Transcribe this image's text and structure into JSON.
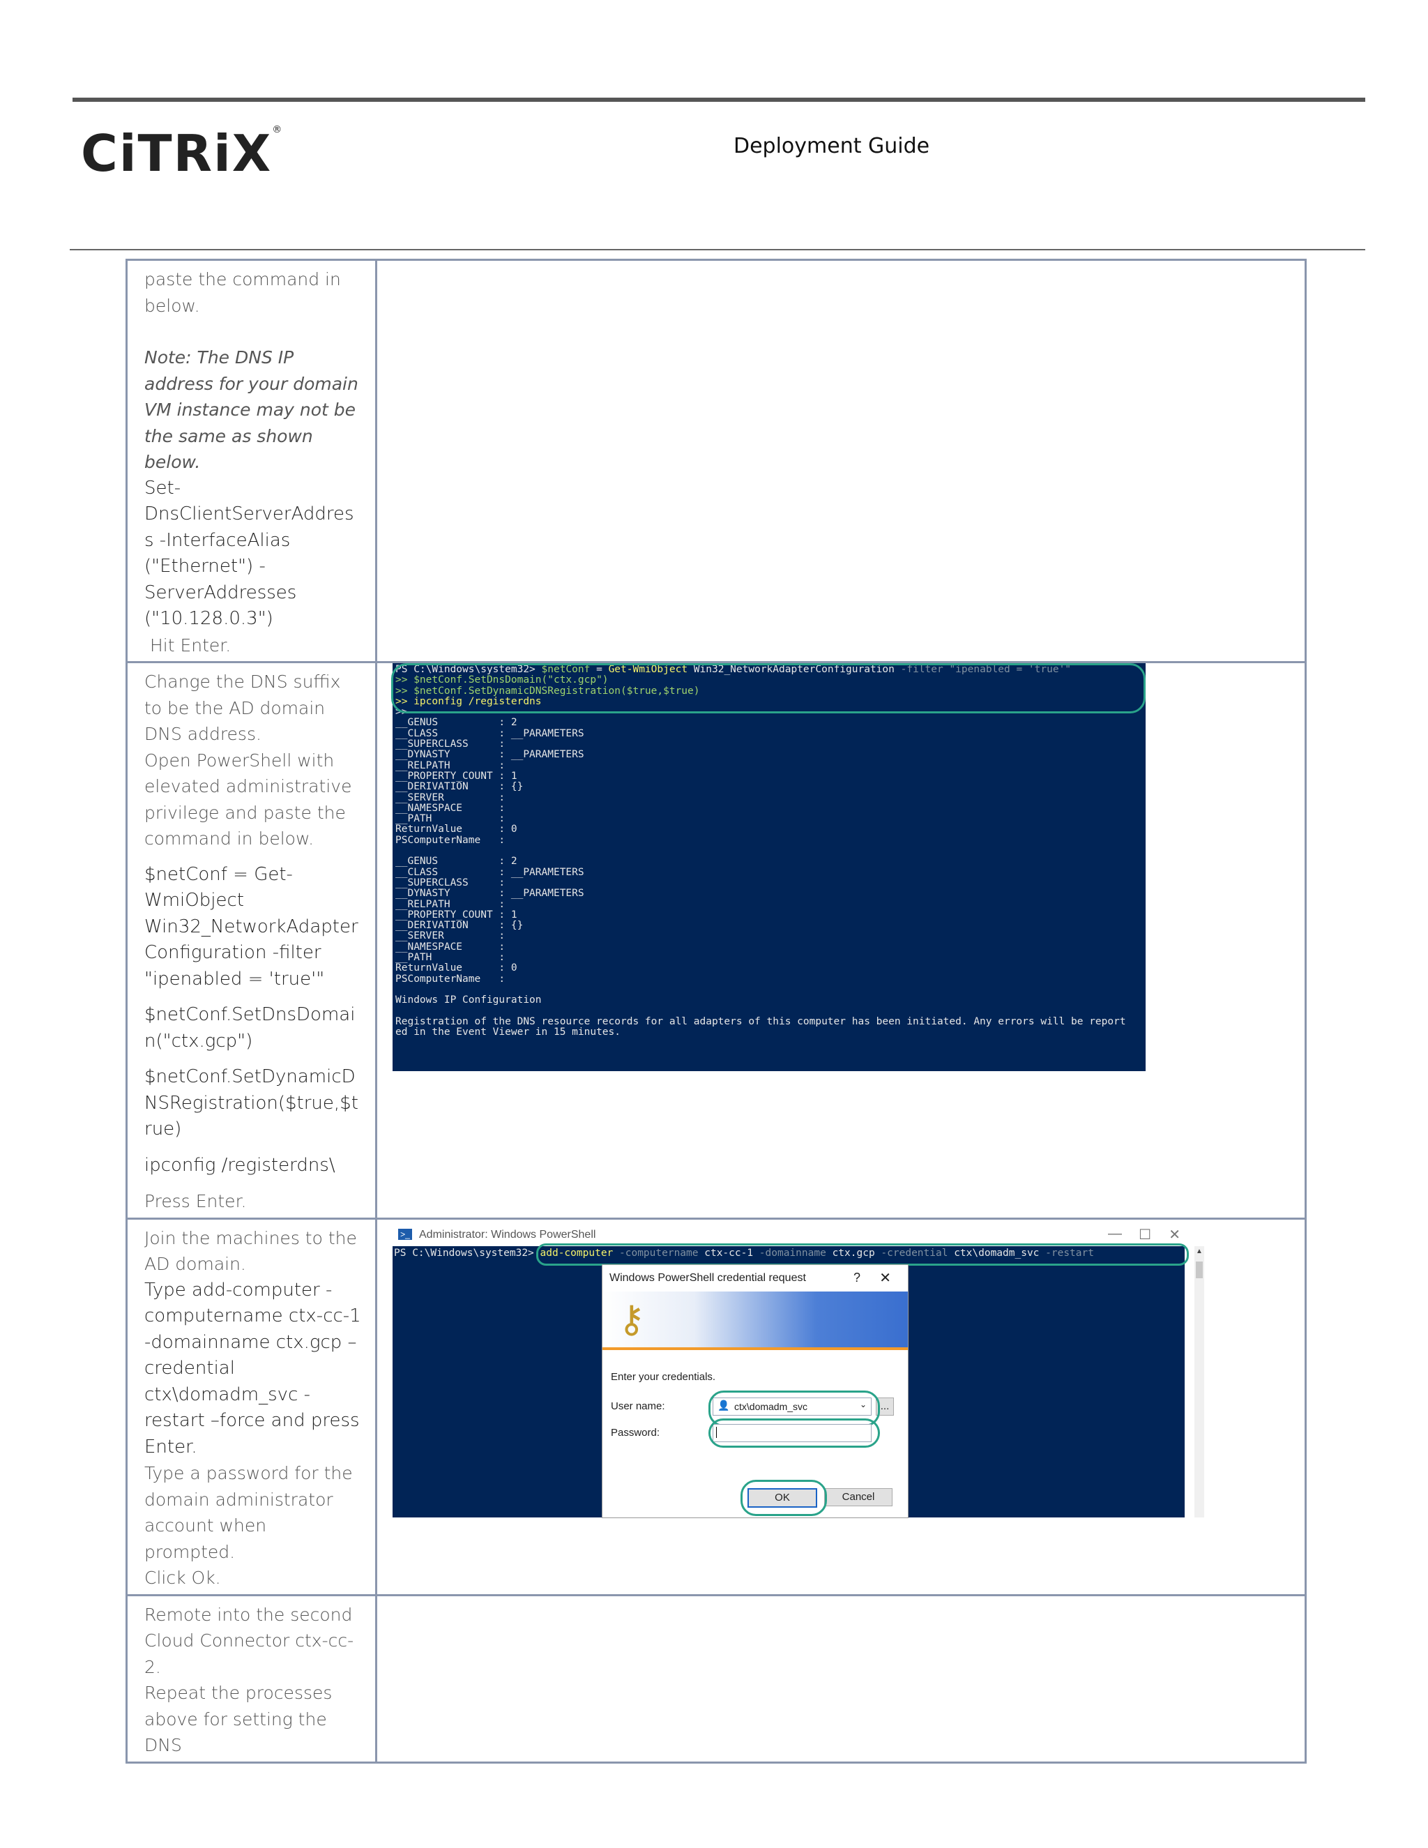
{
  "header": {
    "logo_text": "CiTRiX",
    "title": "Deployment Guide"
  },
  "rows": [
    {
      "text": [
        "paste the command in below.",
        "",
        "Note: The DNS IP address for your domain VM instance may not be the same as shown below.",
        "Set-DnsClientServerAddress -InterfaceAlias (\"Ethernet\") -ServerAddresses (\"10.128.0.3\")",
        "Hit Enter."
      ]
    },
    {
      "text": [
        "Change the DNS suffix to be the AD domain DNS address.",
        "Open PowerShell with elevated administrative privilege and paste the command in below.",
        "$netConf = Get-WmiObject Win32_NetworkAdapterConfiguration -filter \"ipenabled = 'true'\"",
        "$netConf.SetDnsDomain(\"ctx.gcp\")",
        "$netConf.SetDynamicDNSRegistration($true,$true)",
        "ipconfig /registerdns\\",
        "Press Enter."
      ],
      "console": {
        "prompt": "PS C:\\Windows\\system32> ",
        "cmd1_var": "$netConf",
        "cmd1_eq": " = ",
        "cmd1_cmdlet": "Get-WmiObject",
        "cmd1_arg": " Win32_NetworkAdapterConfiguration ",
        "cmd1_flag": "-filter \"ipenabled = 'true'\"",
        "cmd2": ">> $netConf.SetDnsDomain(\"ctx.gcp\")",
        "cmd3": ">> $netConf.SetDynamicDNSRegistration($true,$true)",
        "cmd4": ">> ipconfig /registerdns",
        "cmd5": ">>",
        "output": "\n__GENUS          : 2\n__CLASS          : __PARAMETERS\n__SUPERCLASS     :\n__DYNASTY        : __PARAMETERS\n__RELPATH        :\n__PROPERTY_COUNT : 1\n__DERIVATION     : {}\n__SERVER         :\n__NAMESPACE      :\n__PATH           :\nReturnValue      : 0\nPSComputerName   :\n\n__GENUS          : 2\n__CLASS          : __PARAMETERS\n__SUPERCLASS     :\n__DYNASTY        : __PARAMETERS\n__RELPATH        :\n__PROPERTY_COUNT : 1\n__DERIVATION     : {}\n__SERVER         :\n__NAMESPACE      :\n__PATH           :\nReturnValue      : 0\nPSComputerName   :\n\nWindows IP Configuration\n\nRegistration of the DNS resource records for all adapters of this computer has been initiated. Any errors will be report\ned in the Event Viewer in 15 minutes."
      }
    },
    {
      "text": [
        "Join the machines to the AD domain.",
        "Type add-computer -computername ctx-cc-1 -domainname ctx.gcp –credential ctx\\domadm_svc -restart –force and press Enter.",
        "Type a password for the domain administrator account when prompted.",
        "Click Ok."
      ],
      "window": {
        "title": "Administrator: Windows PowerShell",
        "minimize": "—",
        "maximize": "☐",
        "close": "✕",
        "prompt": "PS C:\\Windows\\system32> ",
        "cmdlet": "add-computer",
        "p1": " -computername ",
        "v1": "ctx-cc-1",
        "p2": " -domainname ",
        "v2": "ctx.gcp",
        "p3": " -credential ",
        "v3": "ctx\\domadm_svc",
        "p4": " -restart"
      },
      "dialog": {
        "title": "Windows PowerShell credential request",
        "help": "?",
        "close": "✕",
        "prompt": "Enter your credentials.",
        "user_label": "User name:",
        "user_value": "ctx\\domadm_svc",
        "browse": "...",
        "password_label": "Password:",
        "ok": "OK",
        "cancel": "Cancel"
      }
    },
    {
      "text": [
        "Remote into the second Cloud Connector ctx-cc-2.",
        "Repeat the processes above for setting the DNS"
      ]
    }
  ]
}
